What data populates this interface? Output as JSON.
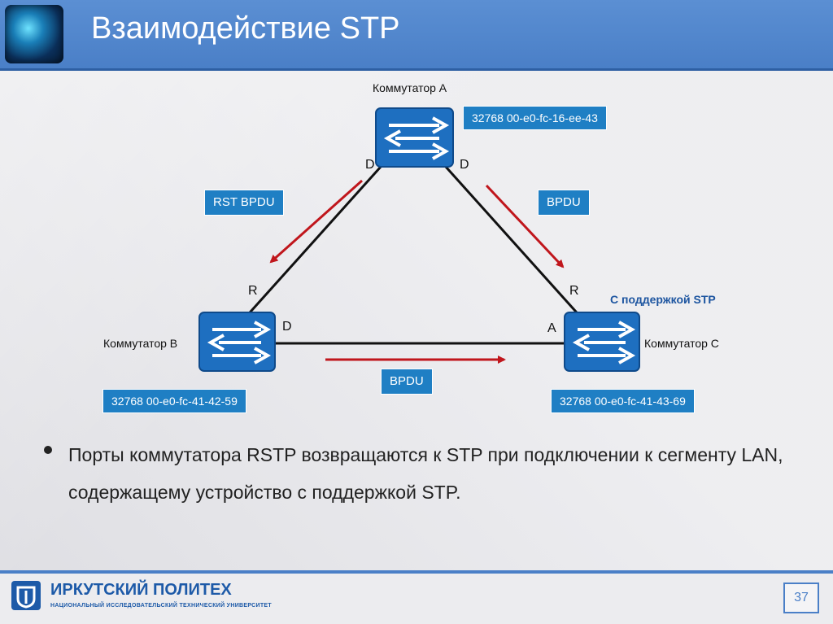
{
  "header": {
    "title": "Взаимодействие STP"
  },
  "diagram": {
    "switch_a": {
      "label": "Коммутатор A",
      "id": "32768 00-e0-fc-16-ee-43"
    },
    "switch_b": {
      "label": "Коммутатор B",
      "id": "32768 00-e0-fc-41-42-59"
    },
    "switch_c": {
      "label": "Коммутатор C",
      "id": "32768 00-e0-fc-41-43-69",
      "note": "С поддержкой STP"
    },
    "ports": {
      "a_left": "D",
      "a_right": "D",
      "b_top": "R",
      "b_right": "D",
      "c_top": "R",
      "c_left": "A"
    },
    "messages": {
      "a_to_b": "RST BPDU",
      "a_to_c": "BPDU",
      "b_to_c": "BPDU"
    },
    "colors": {
      "switch_fill": "#1e6fc0",
      "link": "#111111",
      "arrow": "#c0161c",
      "label_box": "#1f7fc4"
    }
  },
  "body": {
    "bullet_text": "Порты коммутатора RSTP возвращаются к STP при подключении к сегменту LAN, содержащему устройство с поддержкой STP."
  },
  "footer": {
    "logo_name": "ИРКУТСКИЙ ПОЛИТЕХ",
    "logo_subtitle": "НАЦИОНАЛЬНЫЙ ИССЛЕДОВАТЕЛЬСКИЙ ТЕХНИЧЕСКИЙ УНИВЕРСИТЕТ",
    "page_number": "37"
  }
}
